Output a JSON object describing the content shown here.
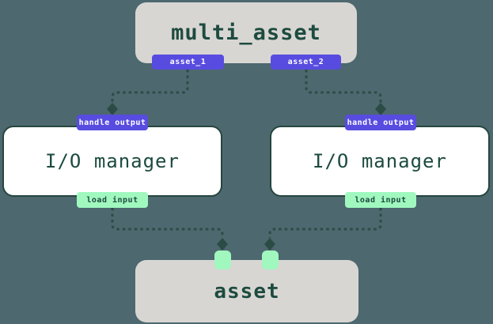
{
  "diagram_title": "multi-asset to I/O manager to asset flow",
  "colors": {
    "background": "#4d686f",
    "node_gray_fill": "#d8d6d3",
    "io_node_fill": "#ffffff",
    "node_border": "#25463f",
    "node_text": "#1d4b3f",
    "badge_purple": "#584ce0",
    "badge_mint": "#a0f8bf",
    "arrow_dash": "#2b4c45"
  },
  "nodes": {
    "multi_asset": {
      "label": "multi_asset"
    },
    "io_manager_left": {
      "label": "I/O manager"
    },
    "io_manager_right": {
      "label": "I/O manager"
    },
    "asset": {
      "label": "asset"
    }
  },
  "badges": {
    "asset_1": {
      "label": "asset_1"
    },
    "asset_2": {
      "label": "asset_2"
    },
    "handle_output_left": {
      "label": "handle output"
    },
    "handle_output_right": {
      "label": "handle output"
    },
    "load_input_left": {
      "label": "load input"
    },
    "load_input_right": {
      "label": "load input"
    }
  },
  "edges": [
    {
      "from": "asset_1",
      "to": "handle_output_left",
      "style": "dashed-diamond"
    },
    {
      "from": "asset_2",
      "to": "handle_output_right",
      "style": "dashed-diamond"
    },
    {
      "from": "load_input_left",
      "to": "asset-port-left",
      "style": "dashed-diamond"
    },
    {
      "from": "load_input_right",
      "to": "asset-port-right",
      "style": "dashed-diamond"
    }
  ]
}
